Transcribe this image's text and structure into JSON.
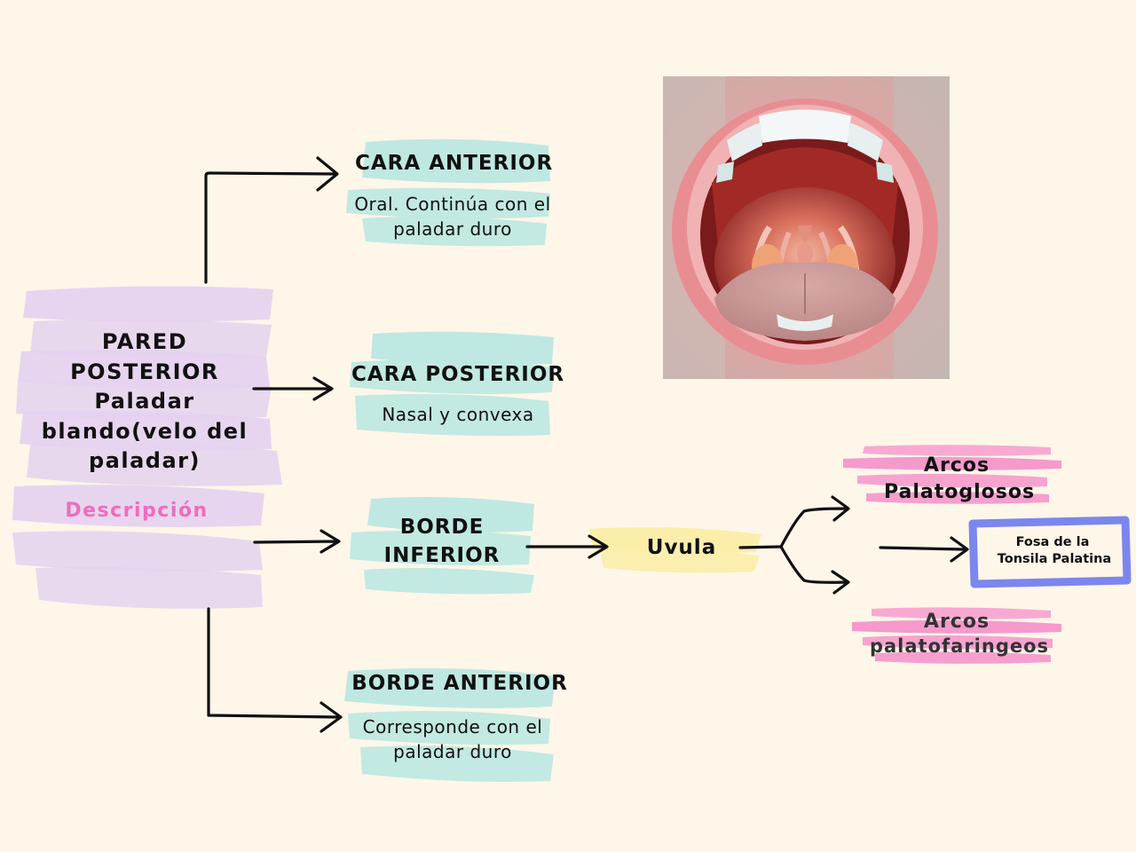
{
  "main": {
    "title": "PARED POSTERIOR Paladar blando(velo del paladar)",
    "description_label": "Descripción"
  },
  "branches": {
    "cara_anterior": {
      "title": "CARA ANTERIOR",
      "line1": "Oral. Continúa con el",
      "line2": "paladar duro"
    },
    "cara_posterior": {
      "title": "CARA POSTERIOR",
      "line1": "Nasal y convexa"
    },
    "borde_inferior": {
      "line1": "BORDE",
      "line2": "INFERIOR"
    },
    "borde_anterior": {
      "title": "BORDE ANTERIOR",
      "line1": "Corresponde con el",
      "line2": "paladar duro"
    }
  },
  "uvula": {
    "label": "Uvula"
  },
  "uvula_branches": {
    "arcos_palatoglosos": {
      "line1": "Arcos",
      "line2": "Palatoglosos"
    },
    "fosa": {
      "line1": "Fosa de la",
      "line2": "Tonsila Palatina"
    },
    "arcos_palatofaringeos": {
      "line1": "Arcos",
      "line2": "palatofaringeos"
    }
  },
  "colors": {
    "background": "#fdf6e9",
    "lilac_highlight": "#e4d2ef",
    "teal_highlight": "#bfe8e2",
    "yellow_highlight": "#fbeeaa",
    "pink_highlight": "#f58fc9",
    "blue_box": "#7b86ef",
    "description_text": "#f06cbc"
  },
  "photo": {
    "icon": "open-mouth-photo"
  }
}
